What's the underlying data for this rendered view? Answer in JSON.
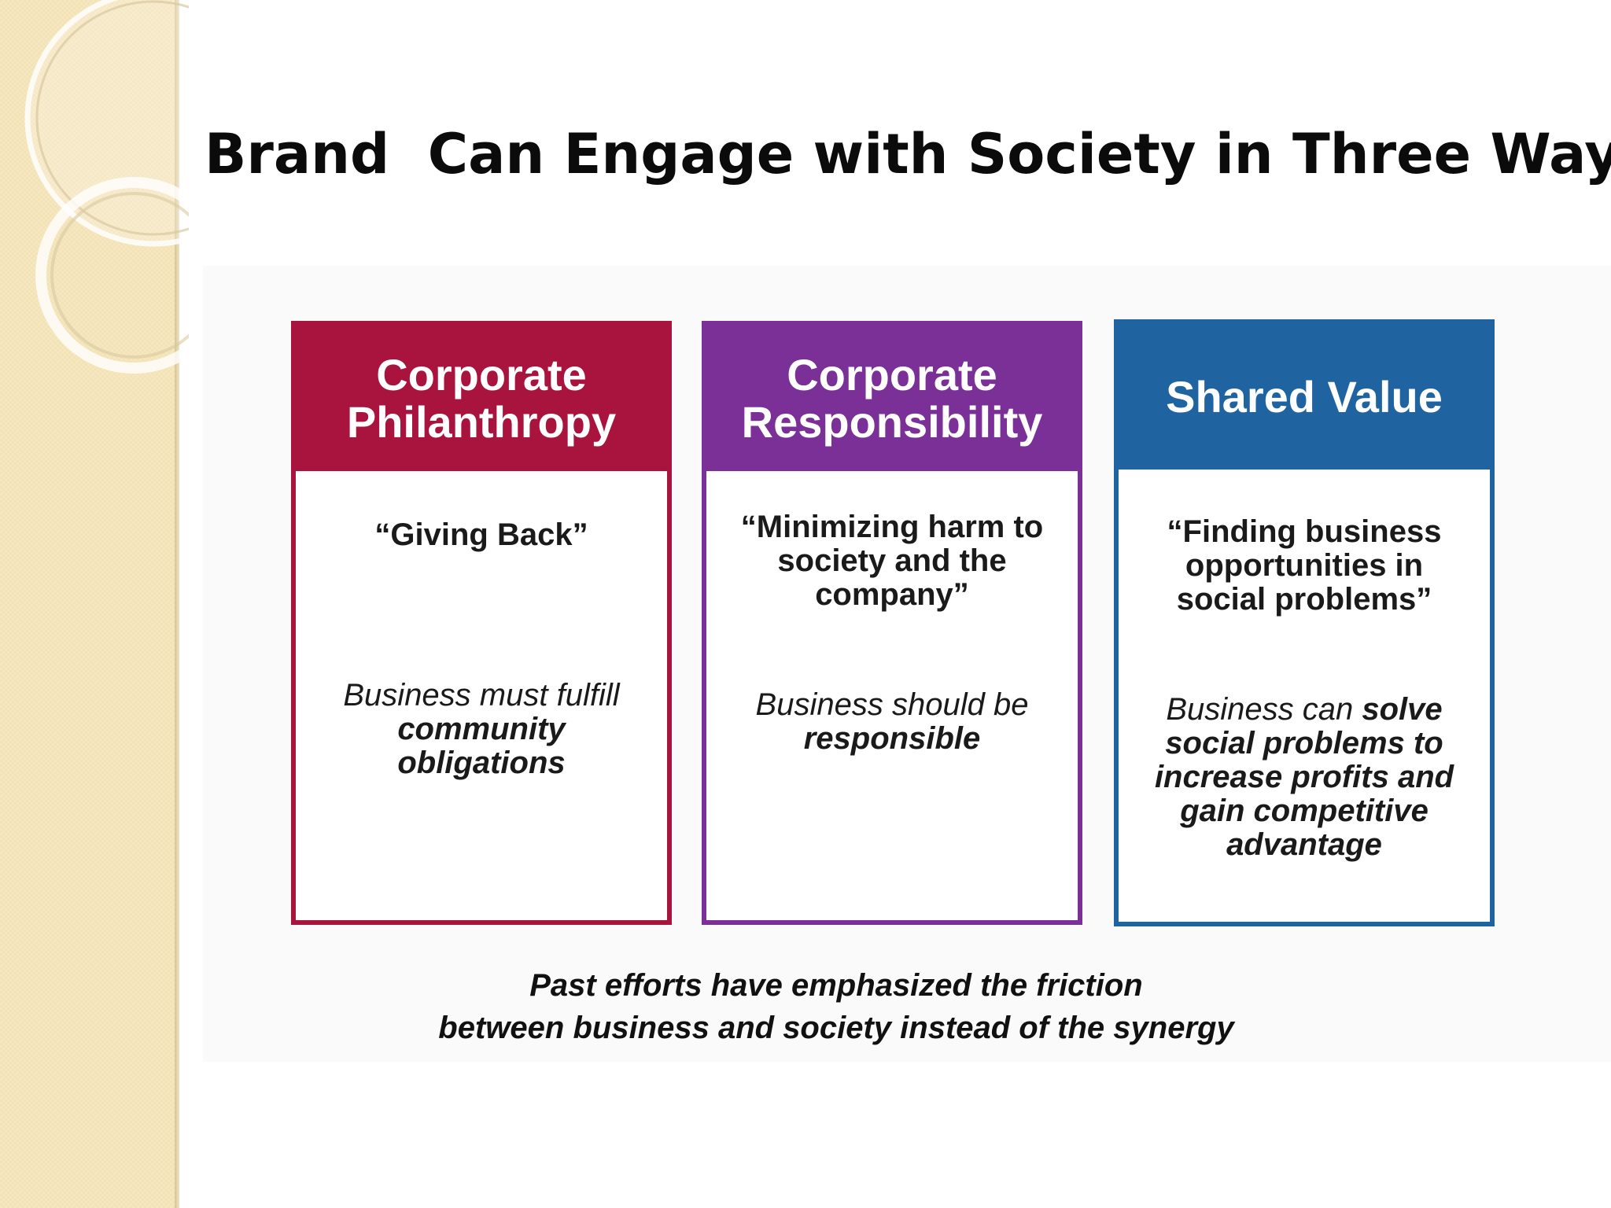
{
  "title": "Brand  Can Engage with Society in Three Ways",
  "colors": {
    "philanthropy": "#a8143d",
    "responsibility": "#7a3096",
    "shared_value": "#1f63a0",
    "side_band": "#f3e2b4"
  },
  "columns": [
    {
      "heading": "Corporate\nPhilanthropy",
      "quote": "“Giving Back”",
      "statement_plain": "Business must fulfill ",
      "statement_bold": "community obligations",
      "statement_after": ""
    },
    {
      "heading": "Corporate\nResponsibility",
      "quote": "“Minimizing harm to\nsociety and the\ncompany”",
      "statement_plain": "Business should be ",
      "statement_bold": "responsible",
      "statement_after": ""
    },
    {
      "heading": "Shared Value",
      "quote": "“Finding business\nopportunities in\nsocial problems”",
      "statement_plain": "Business can ",
      "statement_bold": "solve social problems to increase profits and gain competitive advantage",
      "statement_after": ""
    }
  ],
  "footnote": "Past efforts have emphasized the friction\nbetween business and society instead of the synergy"
}
